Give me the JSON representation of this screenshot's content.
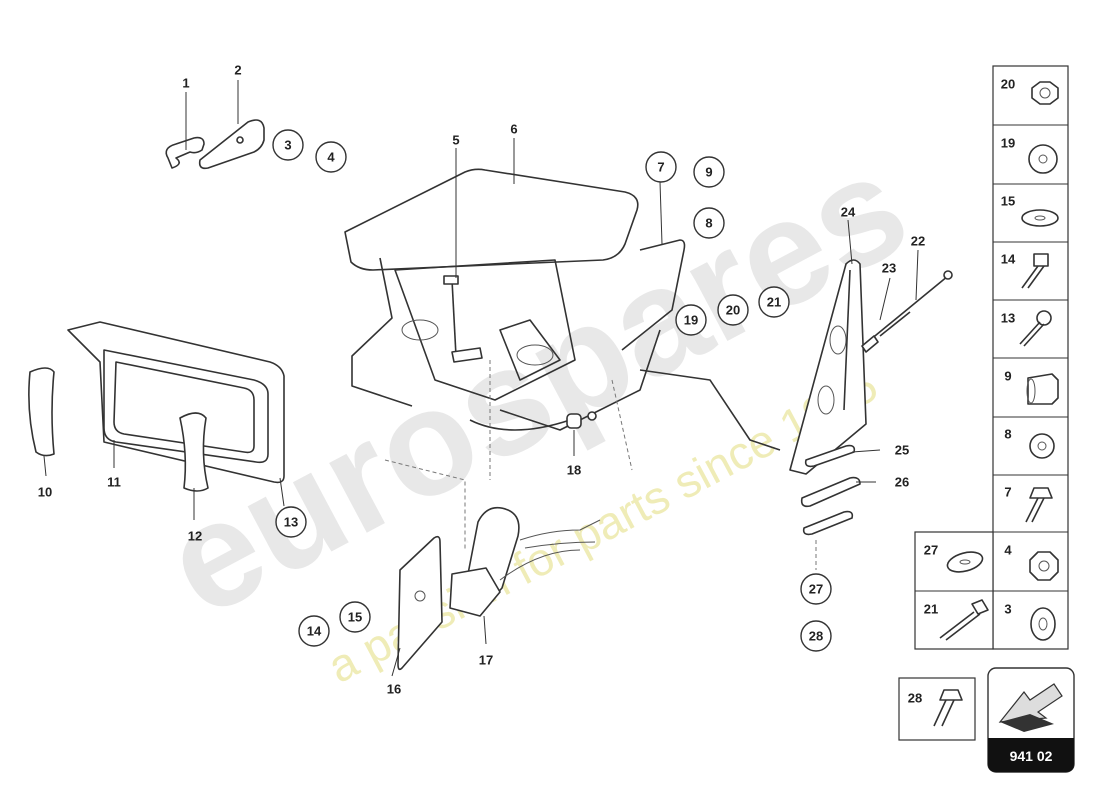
{
  "diagram_code": "941 02",
  "watermark": {
    "brand": "eurospares",
    "tagline": "a passion for parts since 1985"
  },
  "callouts": [
    "1",
    "2",
    "3",
    "4",
    "5",
    "6",
    "7",
    "8",
    "9",
    "10",
    "11",
    "12",
    "13",
    "14",
    "15",
    "16",
    "17",
    "18",
    "19",
    "20",
    "21",
    "22",
    "23",
    "24",
    "25",
    "26",
    "27",
    "28"
  ],
  "legend": [
    {
      "num": "20",
      "icon": "hex-nut-icon"
    },
    {
      "num": "19",
      "icon": "flat-washer-icon"
    },
    {
      "num": "15",
      "icon": "oval-washer-icon"
    },
    {
      "num": "14",
      "icon": "hex-bolt-icon"
    },
    {
      "num": "13",
      "icon": "screw-icon"
    },
    {
      "num": "9",
      "icon": "sleeve-nut-icon"
    },
    {
      "num": "8",
      "icon": "washer-icon"
    },
    {
      "num": "7",
      "icon": "flange-bolt-icon"
    },
    {
      "num": "4",
      "icon": "nut-icon"
    },
    {
      "num": "3",
      "icon": "washer-icon"
    },
    {
      "num": "27",
      "icon": "oval-washer-icon"
    },
    {
      "num": "21",
      "icon": "long-bolt-icon"
    },
    {
      "num": "28",
      "icon": "flange-bolt-icon"
    }
  ]
}
